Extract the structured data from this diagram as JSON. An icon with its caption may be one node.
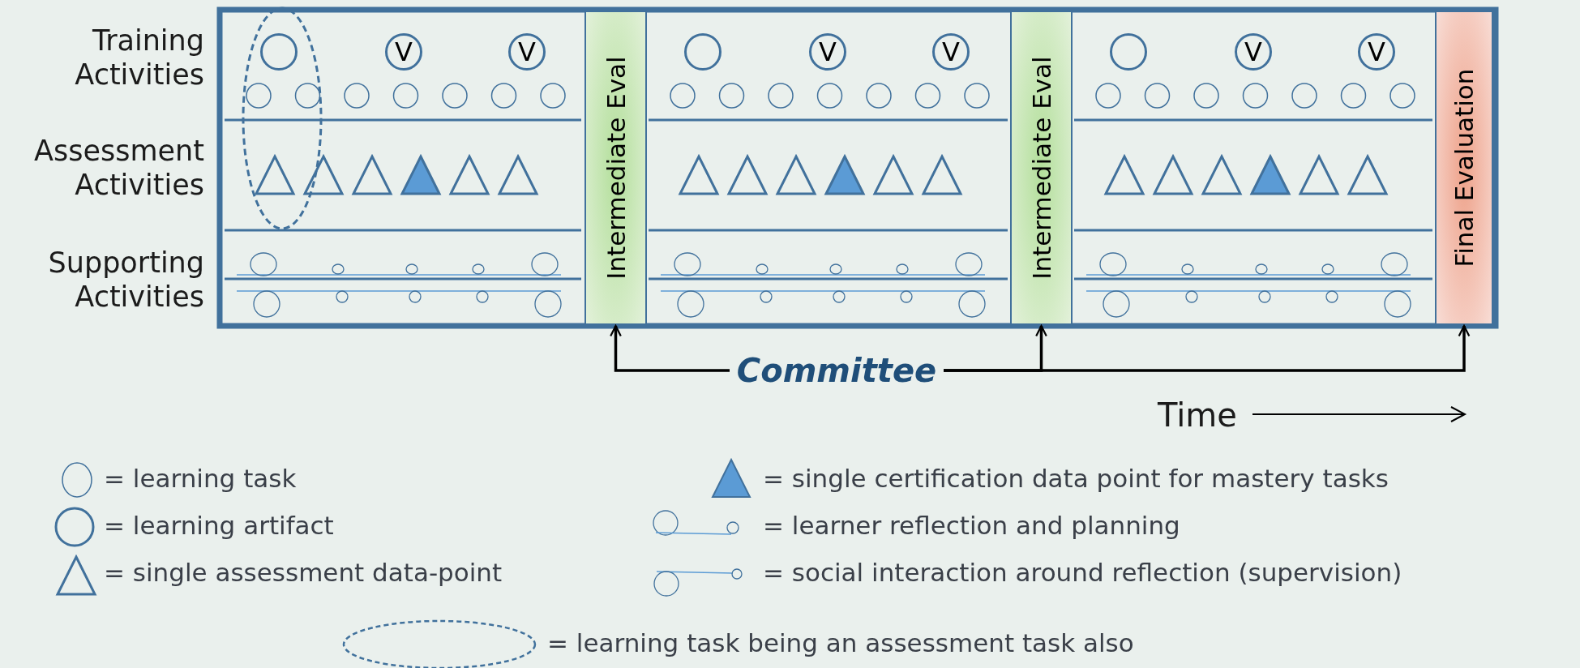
{
  "diagram": {
    "nodes": [
      {
        "text": [],
        "shape": "circle"
      },
      {
        "text": [
          "V"
        ]
      },
      {
        "text": [
          "V"
        ]
      },
      {
        "text": [
          "Intermediate Eval"
        ]
      },
      {
        "text": [],
        "shape": "circle"
      },
      {
        "text": [
          "V"
        ]
      },
      {
        "text": [
          "V"
        ]
      },
      {
        "text": [
          "Intermediate Eval"
        ]
      },
      {
        "text": [],
        "shape": "circle"
      },
      {
        "text": [
          "V"
        ]
      },
      {
        "text": [
          "V"
        ]
      },
      {
        "text": [
          "Final Evaluation"
        ]
      },
      {
        "text": [
          "Committee"
        ]
      }
    ],
    "edges": [
      {
        "from": 12,
        "to": 3,
        "arrow": "to"
      },
      {
        "from": 12,
        "to": 7,
        "arrow": "to"
      },
      {
        "from": 12,
        "to": 11,
        "arrow": "to"
      }
    ],
    "labels": [
      "Training Activities",
      "Assessment Activities",
      "Supporting Activities",
      "Time"
    ],
    "legend": [
      {
        "text": "= learning task"
      },
      {
        "text": "= single certification data point for mastery tasks"
      },
      {
        "text": "= learning artifact"
      },
      {
        "text": "= learner reflection and planning"
      },
      {
        "text": "= single assessment data-point"
      },
      {
        "text": "= social interaction around reflection (supervision)"
      },
      {
        "text": "= learning task being an assessment task also"
      }
    ]
  }
}
